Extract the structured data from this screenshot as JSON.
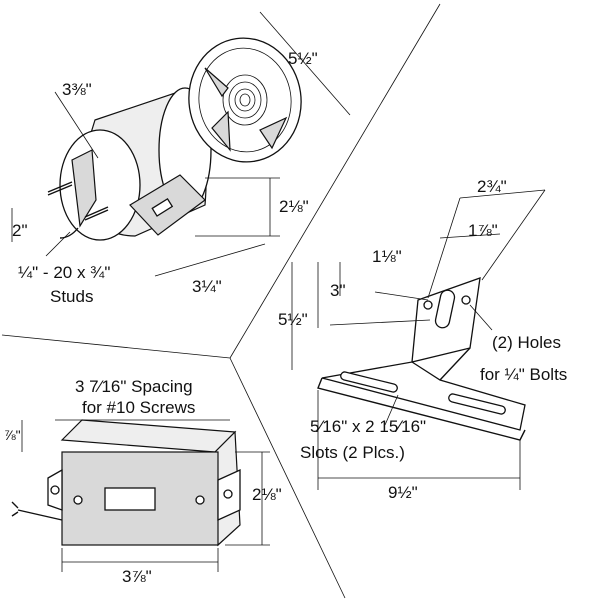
{
  "round_lamp": {
    "dim_length": "3⅜\"",
    "dim_diameter": "5½\"",
    "dim_height": "2⅛\"",
    "dim_stud_offset": "2\"",
    "dim_width": "3¼\"",
    "studs_spec": "¼\" - 20 x ¾\"",
    "studs_word": "Studs"
  },
  "bracket": {
    "dim_top_width": "2¾\"",
    "dim_hole_spacing": "1⅞\"",
    "dim_hole_drop": "1⅛\"",
    "dim_mid_height": "3\"",
    "dim_total_height": "5½\"",
    "holes_line1": "(2) Holes",
    "holes_line2": "for ¼\" Bolts",
    "slots_size": "5⁄16\" x 2 15⁄16\"",
    "slots_note": "Slots (2 Plcs.)",
    "dim_base_width": "9½\""
  },
  "rect_lamp": {
    "spacing_line1": "3 7⁄16\" Spacing",
    "spacing_line2": "for #10 Screws",
    "dim_depth": "⅞\"",
    "dim_height": "2⅛\"",
    "dim_width": "3⅞\""
  }
}
